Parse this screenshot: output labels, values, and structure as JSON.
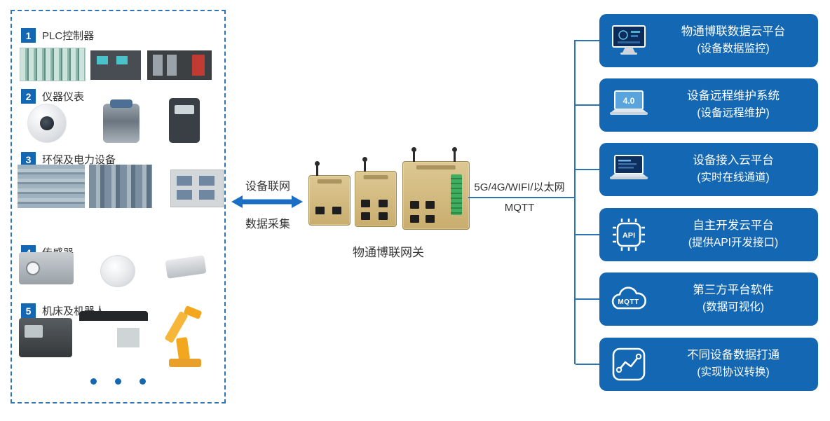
{
  "colors": {
    "primary_blue": "#1467b2",
    "line_blue": "#2e74b5",
    "text_dark": "#333333",
    "gateway_beige": "#d0b67c"
  },
  "left": {
    "groups": [
      {
        "num": "1",
        "label": "PLC控制器",
        "photos": [
          "plc-rack-green",
          "plc-module-dark",
          "plc-rack-red"
        ]
      },
      {
        "num": "2",
        "label": "仪器仪表",
        "photos": [
          "camera-ball",
          "control-valve",
          "energy-meter"
        ]
      },
      {
        "num": "3",
        "label": "环保及电力设备",
        "photos": [
          "industrial-plant",
          "power-equipment",
          "electrical-cabinets"
        ]
      },
      {
        "num": "4",
        "label": "传感器",
        "photos": [
          "box-sensor",
          "smoke-detector",
          "proximity-sensor"
        ]
      },
      {
        "num": "5",
        "label": "机床及机器人",
        "photos": [
          "cnc-machine-small",
          "cnc-machine-large",
          "robot-arm"
        ]
      }
    ]
  },
  "middle": {
    "arrow_label_top": "设备联网",
    "arrow_label_bottom": "数据采集",
    "gateway_caption": "物通博联网关",
    "link_label_top": "5G/4G/WIFI/以太网",
    "link_label_bottom": "MQTT"
  },
  "right": {
    "items": [
      {
        "icon": "monitor-dashboard-icon",
        "title": "物通博联数据云平台",
        "subtitle": "(设备数据监控)"
      },
      {
        "icon": "laptop-remote-icon",
        "icon_text": "4.0",
        "title": "设备远程维护系统",
        "subtitle": "(设备远程维护)"
      },
      {
        "icon": "laptop-cloud-icon",
        "title": "设备接入云平台",
        "subtitle": "(实时在线通道)"
      },
      {
        "icon": "api-chip-icon",
        "icon_text": "API",
        "title": "自主开发云平台",
        "subtitle": "(提供API开发接口)"
      },
      {
        "icon": "mqtt-cloud-icon",
        "icon_text": "MQTT",
        "title": "第三方平台软件",
        "subtitle": "(数据可视化)"
      },
      {
        "icon": "line-chart-icon",
        "title": "不同设备数据打通",
        "subtitle": "(实现协议转换)"
      }
    ]
  }
}
